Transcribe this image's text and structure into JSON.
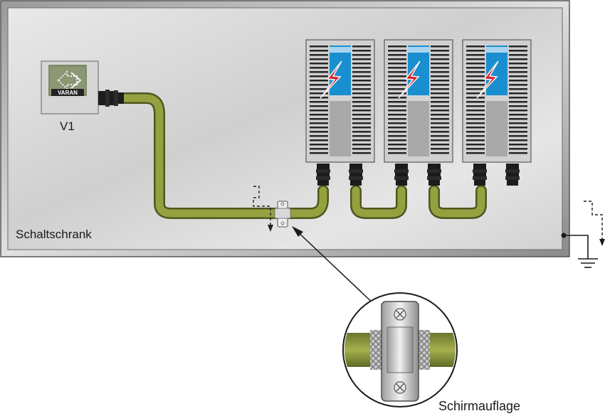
{
  "labels": {
    "cabinet": "Schaltschrank",
    "device": "V1",
    "shield_clamp": "Schirmauflage",
    "logo": "VARAN"
  },
  "modules": [
    {
      "name": "module-1"
    },
    {
      "name": "module-2"
    },
    {
      "name": "module-3"
    }
  ],
  "colors": {
    "cable": "#8e9a3b",
    "cable_dark": "#5d6725",
    "module_stripe_blue": "#1a8fd0",
    "lightning": "#d9232e",
    "cabinet_frame": "#7c7c7c",
    "device_panel": "#7f8a68"
  },
  "icons": [
    "lightning-icon",
    "ground-icon",
    "varan-logo-icon",
    "screw-icon"
  ]
}
